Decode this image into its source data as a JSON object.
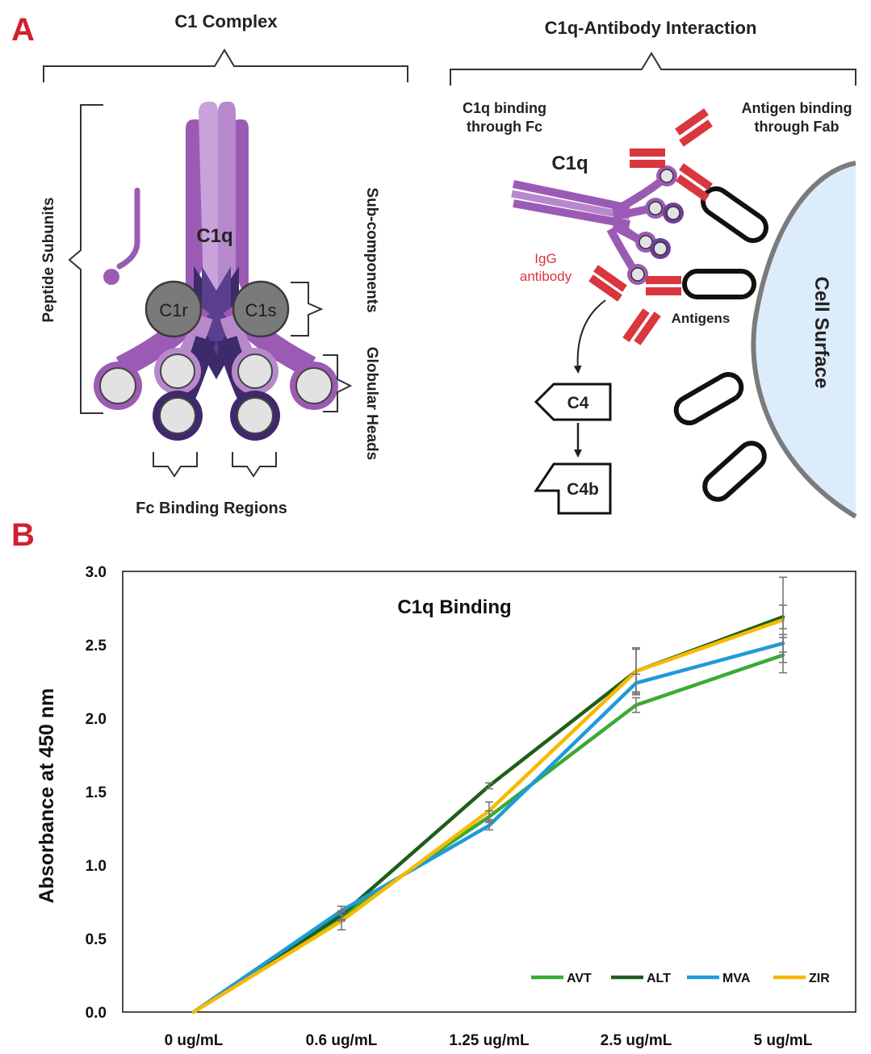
{
  "colors": {
    "panel_letter": "#d2202f",
    "c1q_purple": "#9b5bb5",
    "c1q_light": "#c9a1db",
    "c1q_dark": "#3d2a6b",
    "subunit_gray": "#7a7a7a",
    "head_fill": "#e2e2e2",
    "antibody_red": "#d9363e",
    "cell_fill": "#dcecfb",
    "cell_edge": "#7b7b7b",
    "AVT": "#3aaa35",
    "ALT": "#1f5e1a",
    "MVA": "#1f9bd6",
    "ZIR": "#f7b900"
  },
  "panel_a": {
    "letter": "A",
    "left": {
      "title": "C1 Complex",
      "c1q_label": "C1q",
      "c1r_label": "C1r",
      "c1s_label": "C1s",
      "peptide_label": "Peptide Subunits",
      "subcomponents_label": "Sub-components",
      "globular_label": "Globular Heads",
      "fc_regions_label": "Fc Binding Regions"
    },
    "right": {
      "title": "C1q-Antibody Interaction",
      "c1q_fc_line1": "C1q binding",
      "c1q_fc_line2": "through Fc",
      "fab_line1": "Antigen binding",
      "fab_line2": "through Fab",
      "c1q_label": "C1q",
      "igg_line1": "IgG",
      "igg_line2": "antibody",
      "antigens_label": "Antigens",
      "cell_surface_label": "Cell Surface",
      "c4_label": "C4",
      "c4b_label": "C4b"
    }
  },
  "panel_b": {
    "letter": "B"
  },
  "chart_data": {
    "type": "line",
    "title": "C1q Binding",
    "xlabel": "",
    "ylabel": "Absorbance at 450 nm",
    "categories": [
      "0 ug/mL",
      "0.6 ug/mL",
      "1.25 ug/mL",
      "2.5 ug/mL",
      "5 ug/mL"
    ],
    "ylim": [
      0,
      3.0
    ],
    "yticks": [
      "0.0",
      "0.5",
      "1.0",
      "1.5",
      "2.0",
      "2.5",
      "3.0"
    ],
    "grid": false,
    "legend_position": "bottom-right",
    "series": [
      {
        "name": "AVT",
        "color": "#3aaa35",
        "values": [
          0.0,
          0.65,
          1.33,
          2.09,
          2.43
        ],
        "errors": [
          0,
          0.03,
          0.04,
          0.05,
          0.12
        ]
      },
      {
        "name": "ALT",
        "color": "#1f5e1a",
        "values": [
          0.0,
          0.66,
          1.54,
          2.32,
          2.69
        ],
        "errors": [
          0,
          0.03,
          0.02,
          0.15,
          0.08
        ]
      },
      {
        "name": "MVA",
        "color": "#1f9bd6",
        "values": [
          0.0,
          0.69,
          1.27,
          2.24,
          2.51
        ],
        "errors": [
          0,
          0.03,
          0.03,
          0.06,
          0.06
        ]
      },
      {
        "name": "ZIR",
        "color": "#f7b900",
        "values": [
          0.0,
          0.62,
          1.37,
          2.32,
          2.67
        ],
        "errors": [
          0,
          0.06,
          0.06,
          0.16,
          0.29
        ]
      }
    ]
  }
}
